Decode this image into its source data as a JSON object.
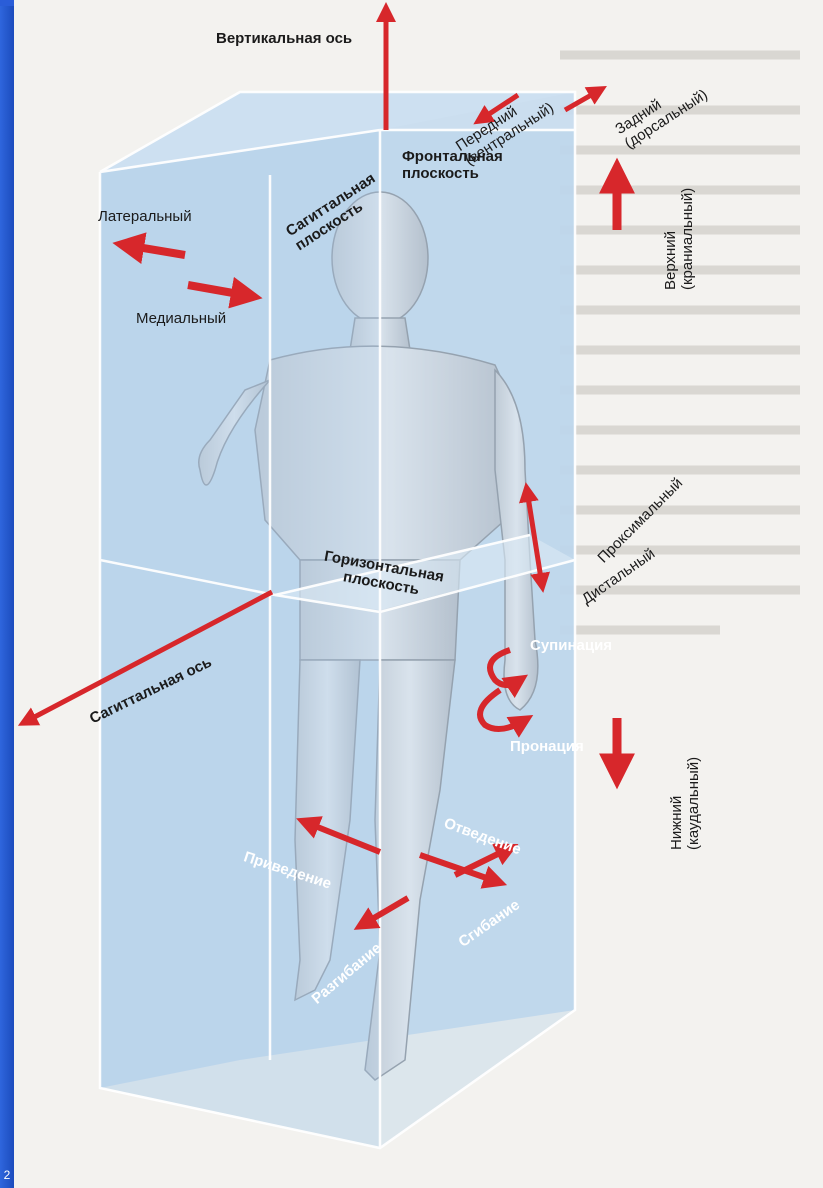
{
  "labels": {
    "vertical_axis": "Вертикальная ось",
    "anterior": "Передний",
    "anterior_alt": "(вентральный)",
    "posterior": "Задний",
    "posterior_alt": "(дорсальный)",
    "superior": "Верхний",
    "superior_alt": "(краниальный)",
    "sagittal_plane_1": "Сагиттальная",
    "sagittal_plane_2": "плоскость",
    "frontal_plane_1": "Фронтальная",
    "frontal_plane_2": "плоскость",
    "lateral": "Латеральный",
    "medial": "Медиальный",
    "proximal": "Проксимальный",
    "distal": "Дистальный",
    "horizontal_plane_1": "Горизонтальная",
    "horizontal_plane_2": "плоскость",
    "sagittal_axis": "Сагиттальная ось",
    "supination": "Супинация",
    "pronation": "Пронация",
    "flexion": "Сгибание",
    "extension": "Разгибание",
    "inferior": "Нижний",
    "inferior_alt": "(каудальный)",
    "adduction": "Приведение",
    "abduction": "Отведение"
  },
  "page_number": "2",
  "colors": {
    "arrow": "#d7272b",
    "box_face": "#b8d4ec",
    "box_edge": "#ffffff",
    "frame": "#1f53c9"
  }
}
